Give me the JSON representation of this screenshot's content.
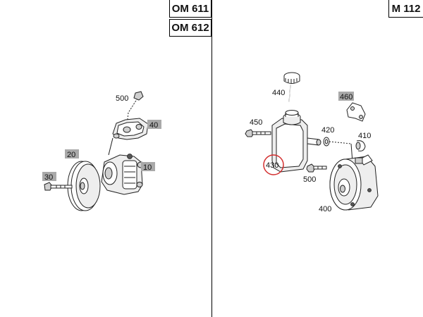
{
  "engines": {
    "left_top": "OM 611",
    "left_bottom": "OM 612",
    "right": "M 112"
  },
  "left_labels": {
    "p500": "500",
    "p40": "40",
    "p20": "20",
    "p10": "10",
    "p30": "30"
  },
  "right_labels": {
    "p440": "440",
    "p460": "460",
    "p450": "450",
    "p420": "420",
    "p410": "410",
    "p430": "430",
    "p500": "500",
    "p400": "400"
  },
  "highlighted_part": "430",
  "colors": {
    "highlight": "#d32f2f",
    "label_shade": "#a9a9a9"
  }
}
